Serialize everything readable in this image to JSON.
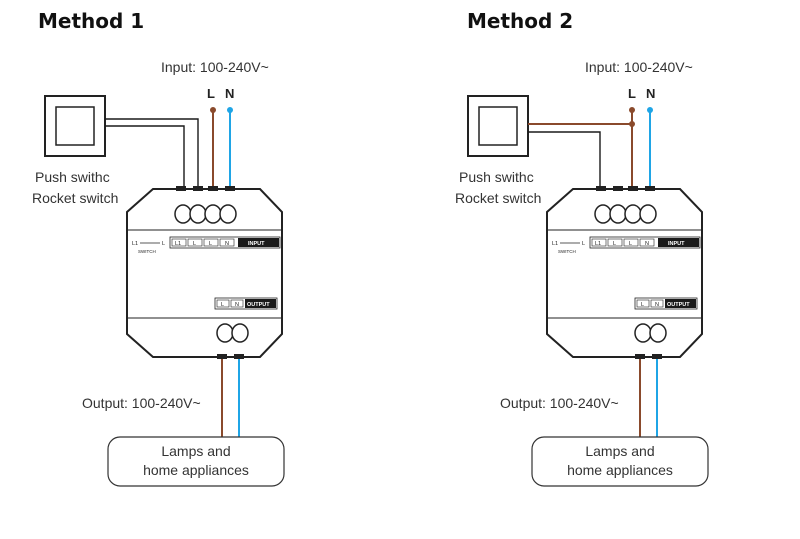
{
  "methods": [
    {
      "title": "Method 1",
      "input_label": "Input: 100-240V~",
      "l_label": "L",
      "n_label": "N",
      "switch_label_line1": "Push swithc",
      "switch_label_line2": "Rocket switch",
      "output_label": "Output: 100-240V~",
      "load_label_line1": "Lamps and",
      "load_label_line2": "home appliances",
      "input_terminals": [
        "L1",
        "L",
        "L",
        "N"
      ],
      "input_tag": "INPUT",
      "output_terminals": [
        "L",
        "N"
      ],
      "output_tag": "OUTPUT",
      "switch_diagram_left": "L1",
      "switch_diagram_right": "L",
      "switch_diagram_caption": "SWITCH"
    },
    {
      "title": "Method 2",
      "input_label": "Input: 100-240V~",
      "l_label": "L",
      "n_label": "N",
      "switch_label_line1": "Push swithc",
      "switch_label_line2": "Rocket switch",
      "output_label": "Output: 100-240V~",
      "load_label_line1": "Lamps and",
      "load_label_line2": "home appliances",
      "input_terminals": [
        "L1",
        "L",
        "L",
        "N"
      ],
      "input_tag": "INPUT",
      "output_terminals": [
        "L",
        "N"
      ],
      "output_tag": "OUTPUT",
      "switch_diagram_left": "L1",
      "switch_diagram_right": "L",
      "switch_diagram_caption": "SWITCH"
    }
  ],
  "colors": {
    "live_wire": "#8a4a2c",
    "neutral_wire": "#1fa5e6",
    "switch_wire": "#1a1a1a",
    "outline": "#222222"
  }
}
